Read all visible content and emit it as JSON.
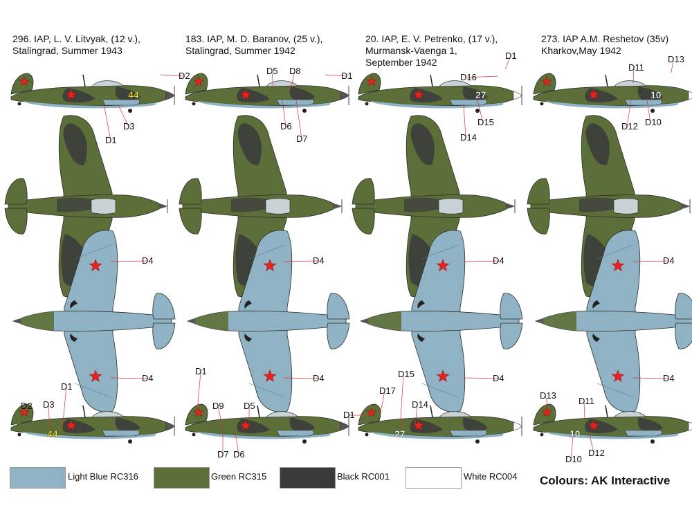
{
  "columns": [
    {
      "title_lines": [
        "296. IAP, L. V. Litvyak, (12 v.),",
        "Stalingrad, Summer 1943"
      ],
      "side_number": "44",
      "side_number_color": "#f2e23a",
      "top_callouts": [
        "D2",
        "D3",
        "D1"
      ],
      "underside_callouts": [
        "D4",
        "D4"
      ],
      "bottom_callouts": [
        "D2",
        "D1",
        "D3"
      ]
    },
    {
      "title_lines": [
        "183. IAP, M. D. Baranov, (25 v.),",
        "Stalingrad, Summer 1942"
      ],
      "side_number": "",
      "side_number_color": "#ffffff",
      "top_callouts": [
        "D5",
        "D8",
        "D1",
        "D6",
        "D7"
      ],
      "underside_callouts": [
        "D4",
        "D4"
      ],
      "bottom_callouts": [
        "D1",
        "D9",
        "D5",
        "D7",
        "D6"
      ]
    },
    {
      "title_lines": [
        "20. IAP, E. V. Petrenko, (17 v.),",
        "Murmansk-Vaenga 1,",
        "September 1942"
      ],
      "side_number": "27",
      "side_number_color": "#ffffff",
      "top_callouts": [
        "D1",
        "D16",
        "D15",
        "D14"
      ],
      "underside_callouts": [
        "D4",
        "D4"
      ],
      "bottom_callouts": [
        "D15",
        "D17",
        "D14",
        "D1"
      ]
    },
    {
      "title_lines": [
        "273. IAP A.M. Reshetov (35v)",
        "Kharkov,May 1942"
      ],
      "side_number": "10",
      "side_number_color": "#ffffff",
      "top_callouts": [
        "D13",
        "D11",
        "D12",
        "D10"
      ],
      "underside_callouts": [
        "D4",
        "D4"
      ],
      "bottom_callouts": [
        "D13",
        "D11",
        "D10",
        "D12"
      ]
    }
  ],
  "legend": [
    {
      "label": "Light Blue RC316",
      "color": "#8fb3c4"
    },
    {
      "label": "Green RC315",
      "color": "#5d6f39"
    },
    {
      "label": "Black RC001",
      "color": "#3a3a3c"
    },
    {
      "label": "White RC004",
      "color": "#ffffff"
    }
  ],
  "footer": "Colours: AK Interactive",
  "colors": {
    "light_blue": "#8fb3c4",
    "green": "#5d6f39",
    "black": "#3a3a3c",
    "star_red": "#e52421",
    "callout_line": "#e03030"
  }
}
